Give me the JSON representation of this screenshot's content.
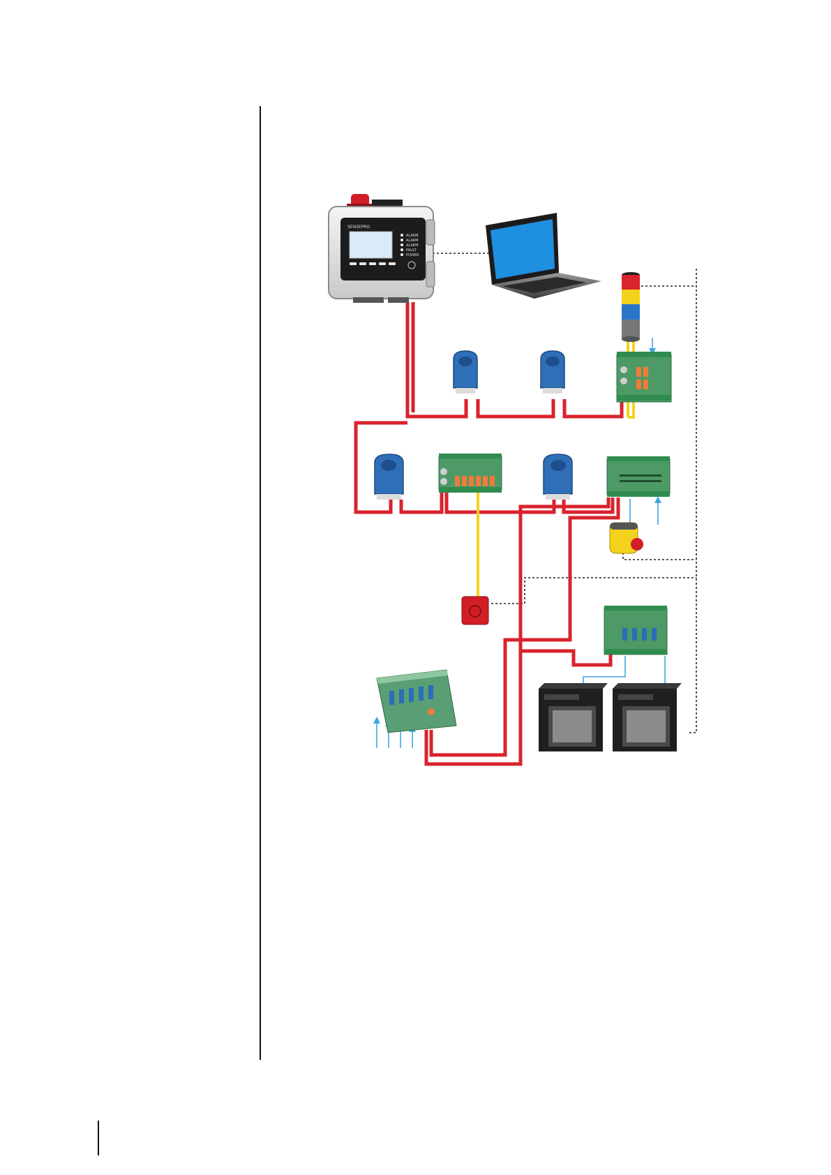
{
  "colors": {
    "bus": "#d9232d",
    "relay_wire": "#f3d21b",
    "signal": "#3fa7e0",
    "dotted": "#222222",
    "sensor": "#2e6fb7",
    "board": "#4d9a66",
    "relay": "#f07b3a"
  },
  "controller": {
    "brand": "SENSEPRO",
    "keys": [
      "ALARM",
      "ALARM",
      "ALARM",
      "FAULT",
      "POWER"
    ]
  },
  "components": [
    "controller-unit",
    "laptop",
    "signal-tower",
    "gas-sensor",
    "relay-board",
    "input-board",
    "push-button",
    "siren",
    "analog-board",
    "recorder",
    "transmitter-board"
  ]
}
